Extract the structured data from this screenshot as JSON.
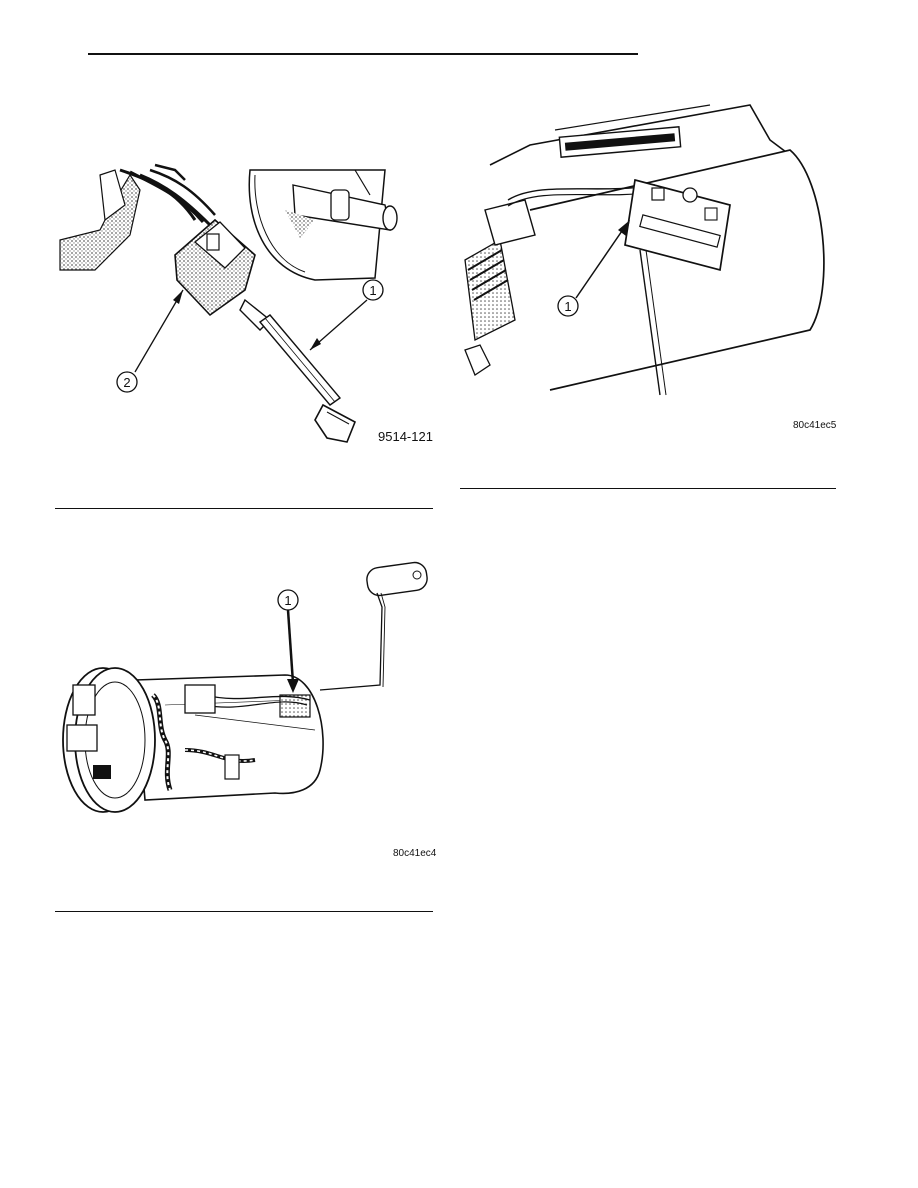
{
  "figures": [
    {
      "id": "fig-sending-unit-connector",
      "code": "9514-121",
      "callouts": [
        "1",
        "2"
      ]
    },
    {
      "id": "fig-fuel-pump-module",
      "code": "80c41ec4",
      "callouts": [
        "1"
      ]
    },
    {
      "id": "fig-level-sensor-closeup",
      "code": "80c41ec5",
      "callouts": [
        "1"
      ]
    }
  ],
  "colors": {
    "ink": "#111111",
    "paper": "#ffffff",
    "shade": "#9a9a9a"
  }
}
